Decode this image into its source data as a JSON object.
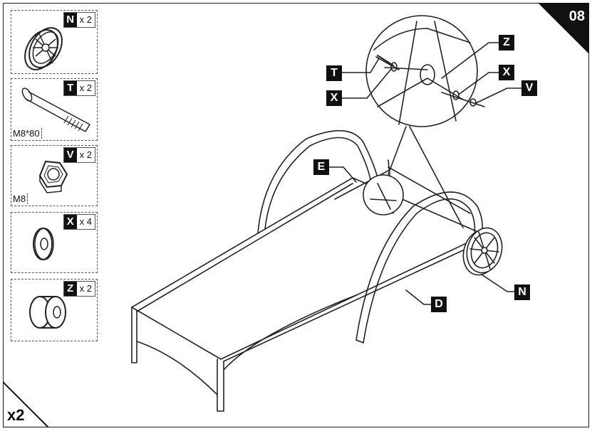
{
  "step": {
    "number": "08"
  },
  "multiplier": "x2",
  "parts": [
    {
      "letter": "N",
      "qty": "x 2",
      "size": ""
    },
    {
      "letter": "T",
      "qty": "x 2",
      "size": "M8*80"
    },
    {
      "letter": "V",
      "qty": "x 2",
      "size": "M8"
    },
    {
      "letter": "X",
      "qty": "x 4",
      "size": ""
    },
    {
      "letter": "Z",
      "qty": "x 2",
      "size": ""
    }
  ],
  "callouts": {
    "T": "T",
    "X1": "X",
    "Z": "Z",
    "X2": "X",
    "V": "V",
    "E": "E",
    "D": "D",
    "N": "N"
  }
}
